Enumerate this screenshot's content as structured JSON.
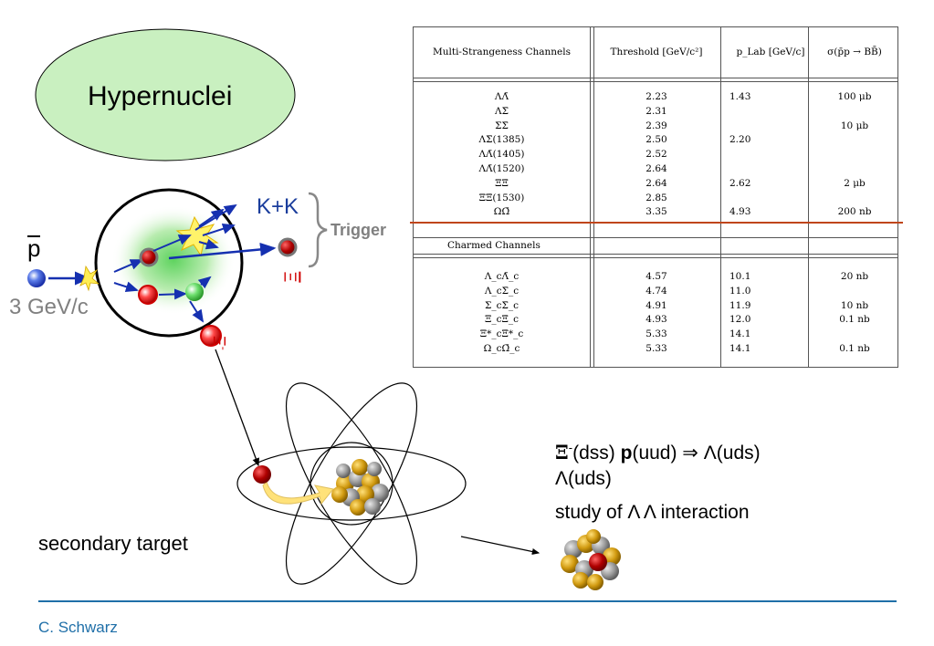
{
  "hypernuclei_label": "Hypernuclei",
  "pbar_label": "p",
  "momentum_label": "3 GeV/c",
  "kk_label": "K+K",
  "trigger_label": "Trigger",
  "xi_bar_label": "Ξ",
  "xi_minus_label": "Ξ",
  "xi_minus_sup": "-",
  "secondary_target_label": "secondary target",
  "reaction_line1_a": "Ξ",
  "reaction_line1_b": "-",
  "reaction_line1_c": "(dss) ",
  "reaction_line1_d": "p",
  "reaction_line1_e": "(uud) ⇒ Λ(uds)",
  "reaction_line2": "Λ(uds)",
  "reaction_line3": "study of Λ Λ interaction",
  "author": "C. Schwarz",
  "colors": {
    "accent_blue": "#1f6fa8",
    "red_marker": "#cc0000",
    "ellipse_green": "#c9f0c0"
  },
  "table": {
    "headers": [
      "Multi-Strangeness Channels",
      "Threshold [GeV/c²]",
      "p_Lab [GeV/c]",
      "σ(p̄p → BB̄)"
    ],
    "strange_rows": [
      [
        "ΛΛ̄",
        "2.23",
        "1.43",
        "100 μb"
      ],
      [
        "ΛΣ̄",
        "2.31",
        "",
        ""
      ],
      [
        "ΣΣ̄",
        "2.39",
        "",
        "10 μb"
      ],
      [
        "ΛΣ̄(1385)",
        "2.50",
        "2.20",
        ""
      ],
      [
        "ΛΛ̄(1405)",
        "2.52",
        "",
        ""
      ],
      [
        "ΛΛ̄(1520)",
        "2.64",
        "",
        ""
      ],
      [
        "ΞΞ̄",
        "2.64",
        "2.62",
        "2 μb"
      ],
      [
        "ΞΞ̄(1530)",
        "2.85",
        "",
        ""
      ],
      [
        "ΩΩ̄",
        "3.35",
        "4.93",
        "200 nb"
      ]
    ],
    "charmed_header": "Charmed Channels",
    "charmed_rows": [
      [
        "Λ_cΛ̄_c",
        "4.57",
        "10.1",
        "20 nb"
      ],
      [
        "Λ_cΣ̄_c",
        "4.74",
        "11.0",
        ""
      ],
      [
        "Σ_cΣ̄_c",
        "4.91",
        "11.9",
        "10 nb"
      ],
      [
        "Ξ_cΞ̄_c",
        "4.93",
        "12.0",
        "0.1 nb"
      ],
      [
        "Ξ*_cΞ̄*_c",
        "5.33",
        "14.1",
        ""
      ],
      [
        "Ω_cΩ̄_c",
        "5.33",
        "14.1",
        "0.1 nb"
      ]
    ]
  }
}
